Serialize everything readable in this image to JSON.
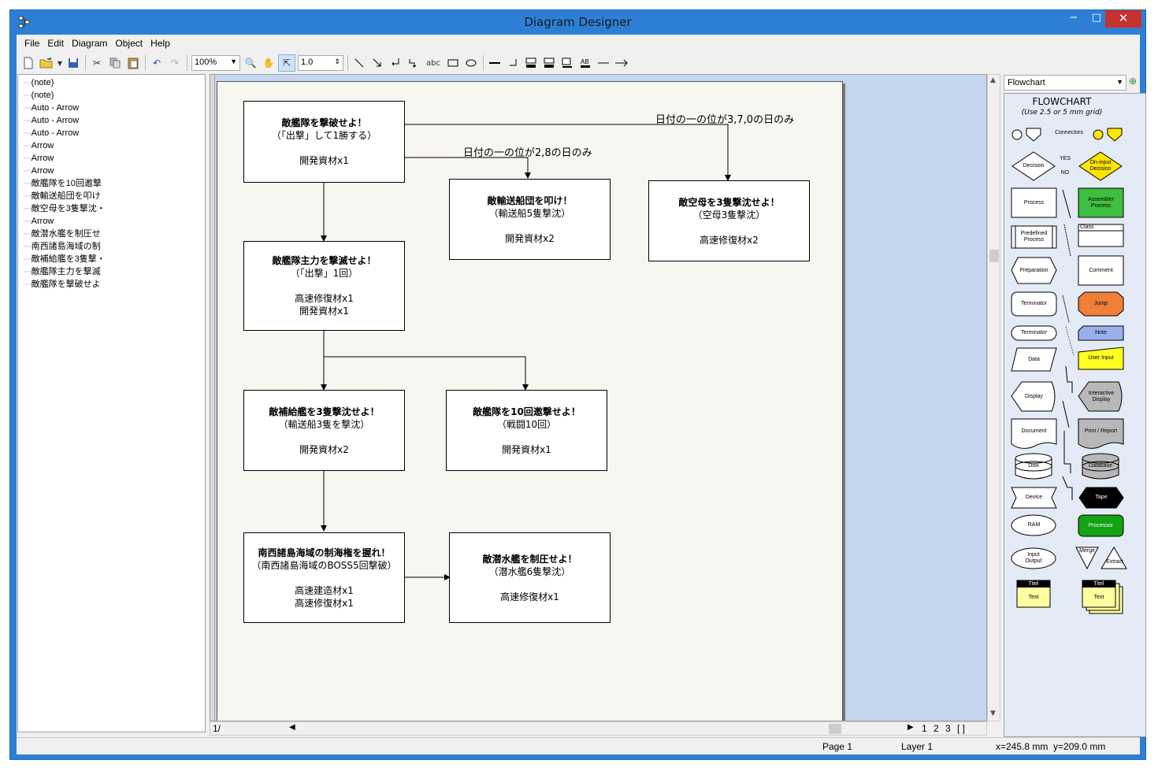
{
  "window": {
    "title": "Diagram Designer",
    "min": "−",
    "max": "□",
    "close": "✕"
  },
  "menu": [
    "File",
    "Edit",
    "Diagram",
    "Object",
    "Help"
  ],
  "toolbar": {
    "zoom": "100%",
    "line_width": "1.0",
    "text_tool": "abc"
  },
  "tree": [
    "(note)",
    "(note)",
    "Auto - Arrow",
    "Auto - Arrow",
    "Auto - Arrow",
    "Arrow",
    "Arrow",
    "Arrow",
    "敵艦隊を10回邀撃",
    "敵輸送船団を叩け",
    "敵空母を3隻撃沈・",
    "Arrow",
    "敵潜水艦を制圧せ",
    "南西諸島海域の制",
    "敵補給艦を3隻撃・",
    "敵艦隊主力を撃滅",
    "敵艦隊を撃破せよ"
  ],
  "diagram": {
    "nodes": [
      {
        "title": "敵艦隊を撃破せよ！",
        "sub": "（「出撃」して1勝する）",
        "reward": [
          "開発資材x1"
        ]
      },
      {
        "title": "敵輸送船団を叩け！",
        "sub": "（輸送船5隻撃沈）",
        "reward": [
          "開発資材x2"
        ]
      },
      {
        "title": "敵空母を3隻撃沈せよ！",
        "sub": "（空母3隻撃沈）",
        "reward": [
          "高速修復材x2"
        ]
      },
      {
        "title": "敵艦隊主力を撃滅せよ！",
        "sub": "（「出撃」1回）",
        "reward": [
          "高速修復材x1",
          "開発資材x1"
        ]
      },
      {
        "title": "敵補給艦を3隻撃沈せよ！",
        "sub": "（輸送船3隻を撃沈）",
        "reward": [
          "開発資材x2"
        ]
      },
      {
        "title": "敵艦隊を10回邀撃せよ！",
        "sub": "（戦闘10回）",
        "reward": [
          "開発資材x1"
        ]
      },
      {
        "title": "南西諸島海域の制海権を握れ！",
        "sub": "（南西諸島海域のBOSS5回撃破）",
        "reward": [
          "高速建造材x1",
          "高速修復材x1"
        ]
      },
      {
        "title": "敵潜水艦を制圧せよ！",
        "sub": "（潜水艦6隻撃沈）",
        "reward": [
          "高速修復材x1"
        ]
      }
    ],
    "labels": {
      "edge_28": "日付の一の位が2,8の日のみ",
      "edge_370": "日付の一の位が3,7,0の日のみ"
    }
  },
  "pages": {
    "left": "1/",
    "tabs": [
      "1",
      "2",
      "3",
      "[ ]"
    ]
  },
  "panel": {
    "selector": "Flowchart",
    "title": "FLOWCHART",
    "subtitle": "(Use 2.5 or 5 mm grid)",
    "shapes": {
      "connectors": "Connectors",
      "yes": "YES",
      "no": "NO",
      "decision": "Decision",
      "on_input_decision": "On-input Decision",
      "process": "Process",
      "assembler_process": "Assembler Process",
      "predefined_process": "Predefined Process",
      "class": "Class",
      "preparation": "Preparation",
      "comment": "Comment",
      "terminator1": "Terminator",
      "jump": "Jump",
      "terminator2": "Terminator",
      "note": "Note",
      "data": "Data",
      "user_input": "User Input",
      "display": "Display",
      "interactive_display": "Interactive Display",
      "document": "Document",
      "print_report": "Print / Report",
      "disk": "Disk",
      "database": "Database",
      "device": "Device",
      "tape": "Tape",
      "ram": "RAM",
      "processor": "Processor",
      "input_output": "Input Output",
      "merge": "Merge",
      "extract": "Extract",
      "titel1": "Titel",
      "text1": "Text",
      "titel2": "Titel",
      "text2": "Text"
    },
    "colors": {
      "assembler": "#3fbf3f",
      "jump": "#f07f3a",
      "note": "#9ab0ee",
      "user_input": "#ffff22",
      "on_input": "#ffe600",
      "processor": "#13a313",
      "tape": "#000000",
      "gray": "#b8b8b8",
      "sticky": "#ffffa0"
    }
  },
  "status": {
    "page": "Page 1",
    "layer": "Layer 1",
    "coords": "x=245.8 mm  y=209.0 mm"
  }
}
